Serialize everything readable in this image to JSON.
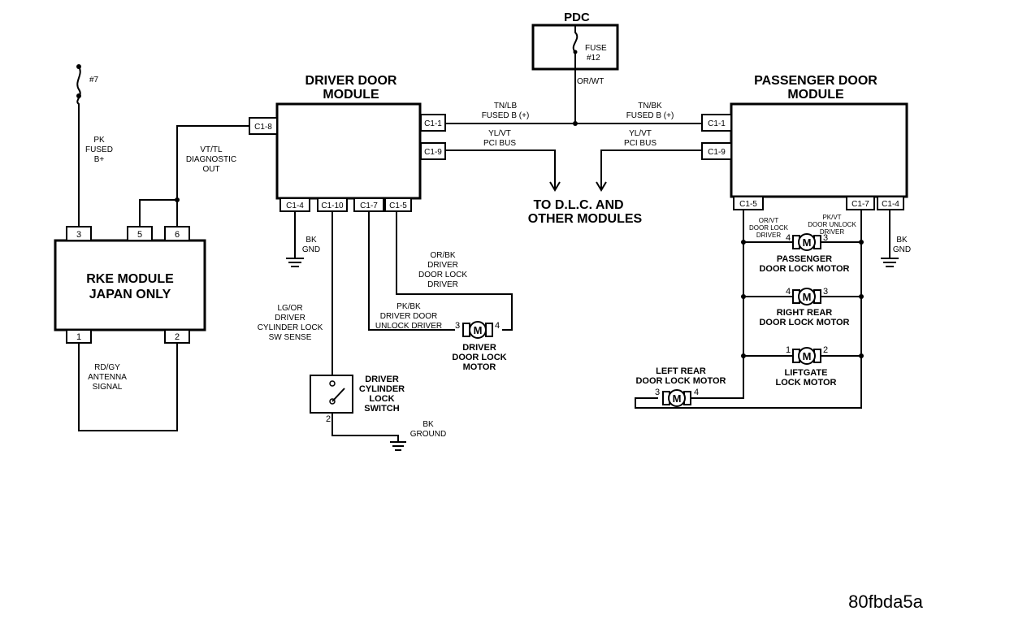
{
  "pdc": {
    "title": "PDC",
    "fuse": [
      "FUSE",
      "#12"
    ],
    "wire": "OR/WT"
  },
  "driver_module": {
    "title": [
      "DRIVER DOOR",
      "MODULE"
    ],
    "connectors": {
      "c1_1": "C1-1",
      "c1_9": "C1-9",
      "c1_8": "C1-8",
      "c1_4": "C1-4",
      "c1_10": "C1-10",
      "c1_7": "C1-7",
      "c1_5": "C1-5"
    }
  },
  "passenger_module": {
    "title": [
      "PASSENGER DOOR",
      "MODULE"
    ],
    "connectors": {
      "c1_1": "C1-1",
      "c1_9": "C1-9",
      "c1_5": "C1-5",
      "c1_7": "C1-7",
      "c1_4": "C1-4"
    }
  },
  "rke_module": {
    "title": [
      "RKE MODULE",
      "JAPAN ONLY"
    ],
    "pins": {
      "p3": "3",
      "p5": "5",
      "p6": "6",
      "p1": "1",
      "p2": "2"
    }
  },
  "fuse7": "#7",
  "labels": {
    "pk_fused": [
      "PK",
      "FUSED",
      "B+"
    ],
    "vt_tl": [
      "VT/TL",
      "DIAGNOSTIC",
      "OUT"
    ],
    "rd_gy": [
      "RD/GY",
      "ANTENNA",
      "SIGNAL"
    ],
    "tn_lb": [
      "TN/LB",
      "FUSED B (+)"
    ],
    "tn_bk": [
      "TN/BK",
      "FUSED B (+)"
    ],
    "yl_vt_left": [
      "YL/VT",
      "PCI BUS"
    ],
    "yl_vt_right": [
      "YL/VT",
      "PCI BUS"
    ],
    "to_dlc": [
      "TO D.L.C. AND",
      "OTHER MODULES"
    ],
    "bk_gnd_driver": [
      "BK",
      "GND"
    ],
    "bk_gnd_pass": [
      "BK",
      "GND"
    ],
    "lg_or": [
      "LG/OR",
      "DRIVER",
      "CYLINDER LOCK",
      "SW SENSE"
    ],
    "or_bk": [
      "OR/BK",
      "DRIVER",
      "DOOR LOCK",
      "DRIVER"
    ],
    "pk_bk": [
      "PK/BK",
      "DRIVER DOOR",
      "UNLOCK DRIVER"
    ],
    "bk_ground": [
      "BK",
      "GROUND"
    ],
    "or_vt": [
      "OR/VT",
      "DOOR LOCK",
      "DRIVER"
    ],
    "pk_vt": [
      "PK/VT",
      "DOOR UNLOCK",
      "DRIVER"
    ]
  },
  "switch": {
    "name": [
      "DRIVER",
      "CYLINDER",
      "LOCK",
      "SWITCH"
    ],
    "pin": "2"
  },
  "motors": {
    "driver": {
      "symbol": "M",
      "name": [
        "DRIVER",
        "DOOR LOCK",
        "MOTOR"
      ],
      "pin_a": "3",
      "pin_b": "4"
    },
    "passenger": {
      "symbol": "M",
      "name": [
        "PASSENGER",
        "DOOR LOCK MOTOR"
      ],
      "pin_a": "4",
      "pin_b": "3"
    },
    "right_rear": {
      "symbol": "M",
      "name": [
        "RIGHT REAR",
        "DOOR LOCK MOTOR"
      ],
      "pin_a": "4",
      "pin_b": "3"
    },
    "liftgate": {
      "symbol": "M",
      "name": [
        "LIFTGATE",
        "LOCK MOTOR"
      ],
      "pin_a": "1",
      "pin_b": "2"
    },
    "left_rear": {
      "symbol": "M",
      "name": [
        "LEFT REAR",
        "DOOR LOCK MOTOR"
      ],
      "pin_a": "3",
      "pin_b": "4"
    }
  },
  "figure_id": "80fbda5a"
}
